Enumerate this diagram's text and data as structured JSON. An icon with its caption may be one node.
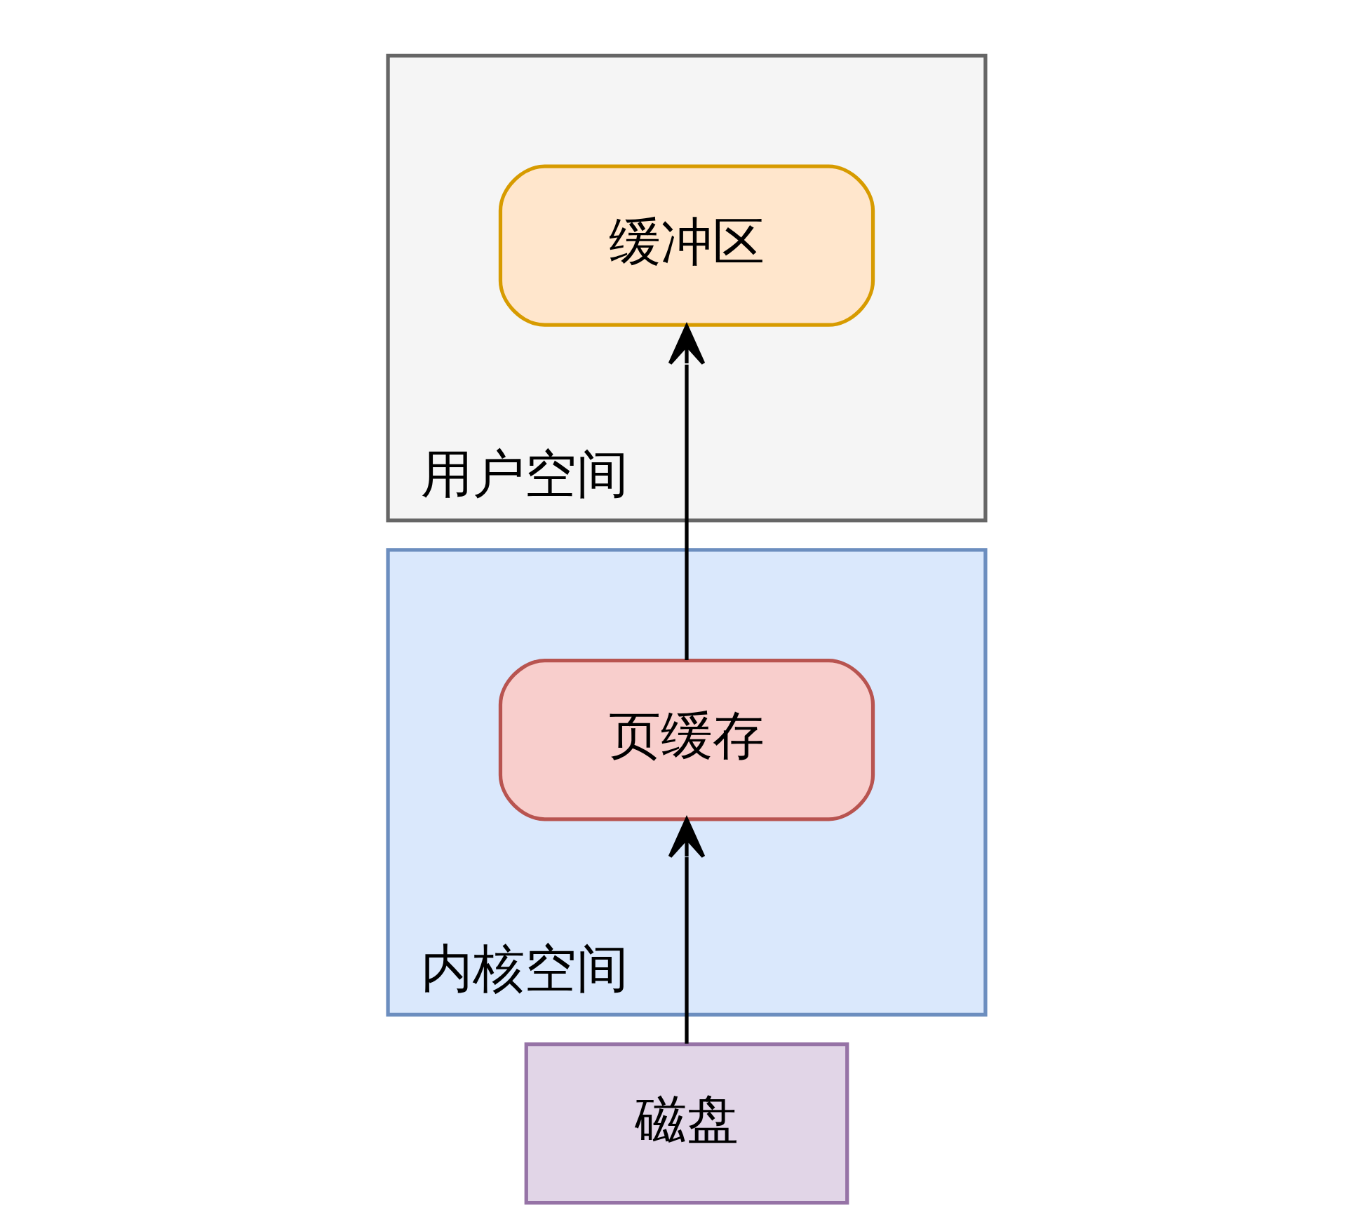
{
  "diagram": {
    "nodes": [
      {
        "text": [
          "用户空间"
        ]
      },
      {
        "text": [
          "缓冲区"
        ],
        "in": 0
      },
      {
        "text": [
          "内核空间"
        ]
      },
      {
        "text": [
          "页缓存"
        ],
        "in": 2
      },
      {
        "text": [
          "磁盘"
        ]
      }
    ],
    "edges": [
      {
        "from": 4,
        "to": 3,
        "arrow": "to"
      },
      {
        "from": 3,
        "to": 1,
        "arrow": "to"
      }
    ]
  }
}
